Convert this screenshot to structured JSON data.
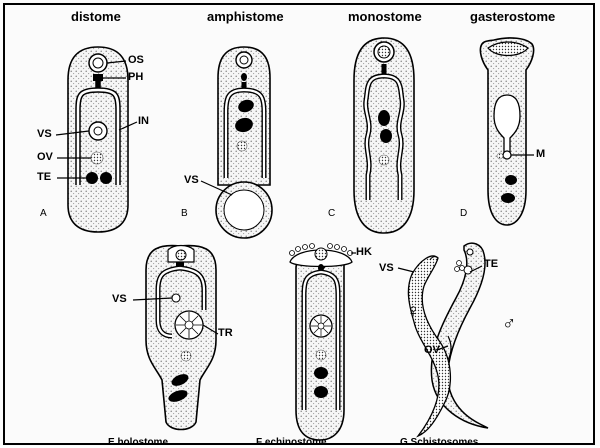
{
  "titles": {
    "distome": "distome",
    "amphistome": "amphistome",
    "monostome": "monostome",
    "gasterostome": "gasterostome"
  },
  "labels": {
    "os": "OS",
    "ph": "PH",
    "vs": "VS",
    "in": "IN",
    "ov": "OV",
    "te": "TE",
    "m": "M",
    "tr": "TR",
    "hk": "HK"
  },
  "letters": {
    "a": "A",
    "b": "B",
    "c": "C",
    "d": "D"
  },
  "bottom_captions": {
    "e": "E   holostome",
    "f": "F   echinostome",
    "g": "G   Schistosomes"
  },
  "symbols": {
    "female": "♀",
    "male": "♂"
  },
  "colors": {
    "ink": "#000000",
    "stipple": "#e4e4e4",
    "paper": "#fbfbfb"
  }
}
